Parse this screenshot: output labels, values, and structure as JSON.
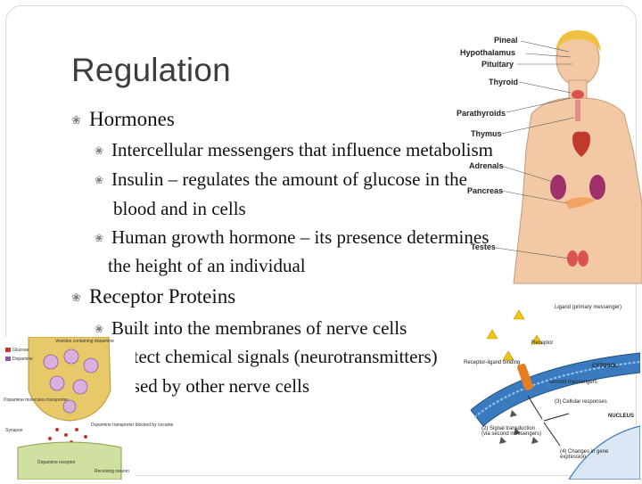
{
  "slide": {
    "title": "Regulation",
    "bullets": [
      {
        "level": 1,
        "text": "Hormones"
      },
      {
        "level": 2,
        "text": "Intercellular messengers that influence metabolism"
      },
      {
        "level": 2,
        "text": "Insulin – regulates the amount of glucose in the"
      },
      {
        "level": 2,
        "text": "blood and in cells",
        "continuation": true
      },
      {
        "level": 2,
        "text": "Human growth hormone – its presence determines"
      },
      {
        "level": 2,
        "text": "the height of an individual",
        "continuation": true
      },
      {
        "level": 1,
        "text": "Receptor Proteins"
      },
      {
        "level": 2,
        "text": "Built into the membranes of nerve cells"
      },
      {
        "level": 2,
        "text": "Detect chemical signals (neurotransmitters)"
      },
      {
        "level": 2,
        "text": "released by other nerve cells",
        "continuation": true
      }
    ]
  },
  "endocrine_figure": {
    "labels": [
      "Pineal",
      "Hypothalamus",
      "Pituitary",
      "Thyroid",
      "Parathyroids",
      "Thymus",
      "Adrenals",
      "Pancreas",
      "Testes"
    ]
  },
  "synapse_figure": {
    "labels": [
      "Glucose",
      "Dopamine",
      "Vesicles containing dopamine",
      "Dopamine molecules transporter",
      "Synapse",
      "Dopamine transporter blocked by cocaine",
      "Dopamine receptor",
      "Receiving neuron"
    ]
  },
  "receptor_figure": {
    "labels": [
      "Ligand (primary messenger)",
      "Receptor",
      "Receptor-ligand binding",
      "CYTOSOL",
      "second messengers",
      "(3) Cellular responses",
      "NUCLEUS",
      "(2) Signal transduction (via second messengers)",
      "(4) Changes in gene expression"
    ]
  },
  "colors": {
    "title": "#3d3d3d",
    "bullet_glyph": "#7f7f7f",
    "skin": "#f2c9a4",
    "hair": "#f0c040",
    "membrane": "#3a7abf"
  }
}
